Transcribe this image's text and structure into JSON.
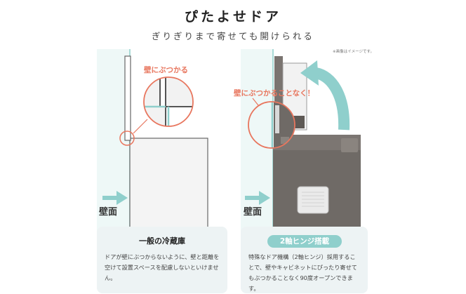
{
  "header": {
    "title": "ぴたよせドア",
    "subtitle": "ぎりぎりまで寄せても開けられる",
    "note": "※画像はイメージです。"
  },
  "left_panel": {
    "callout": "壁にぶつかる",
    "wall_label": "壁面",
    "card_title": "一般の冷蔵庫",
    "card_body": "ドアが壁にぶつからないように、壁と距離を空けて設置スペースを配慮しないといけません。"
  },
  "right_panel": {
    "callout": "壁にぶつかることなく！",
    "wall_label": "壁面",
    "card_title": "2軸ヒンジ搭載",
    "card_body": "特殊なドア機構（2軸ヒンジ）採用することで、壁やキャビネットにぴったり寄せてもぶつかることなく90度オープンできます。"
  },
  "colors": {
    "accent_coral": "#e8765e",
    "wall_teal": "#8fcfcc",
    "fridge_dark": "#6f6a66",
    "card_bg": "#edf3f4"
  },
  "icons": [
    "arrow-right-icon",
    "curved-arrow-icon",
    "magnifier-circle-icon"
  ]
}
